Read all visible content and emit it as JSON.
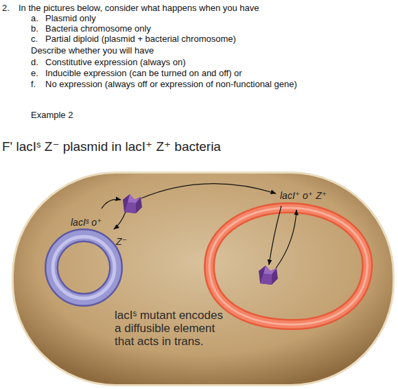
{
  "diagram": {
    "title": "F' lacIˢ Z⁻ plasmid in lacI⁺ Z⁺ bacteria",
    "nodes": [
      {
        "text": [
          "lacIˢ mutant encodes a diffusible element that acts in trans."
        ]
      },
      {
        "text": [
          "lacIˢ o⁺",
          "Z⁻"
        ],
        "in": 0
      },
      {
        "text": [
          "lacI⁺ o⁺ Z⁺"
        ],
        "in": 0
      }
    ],
    "labels": [
      "2.",
      "In the pictures below, consider what happens when you have",
      "a.",
      "Plasmid only",
      "b.",
      "Bacteria chromosome only",
      "c.",
      "Partial diploid (plasmid + bacterial chromosome)",
      "Describe whether you will have",
      "d.",
      "Constitutive expression (always on)",
      "e.",
      "Inducible expression (can be turned on and off) or",
      "f.",
      "No expression (always off or expression of non-functional gene)",
      "Example 2"
    ]
  }
}
